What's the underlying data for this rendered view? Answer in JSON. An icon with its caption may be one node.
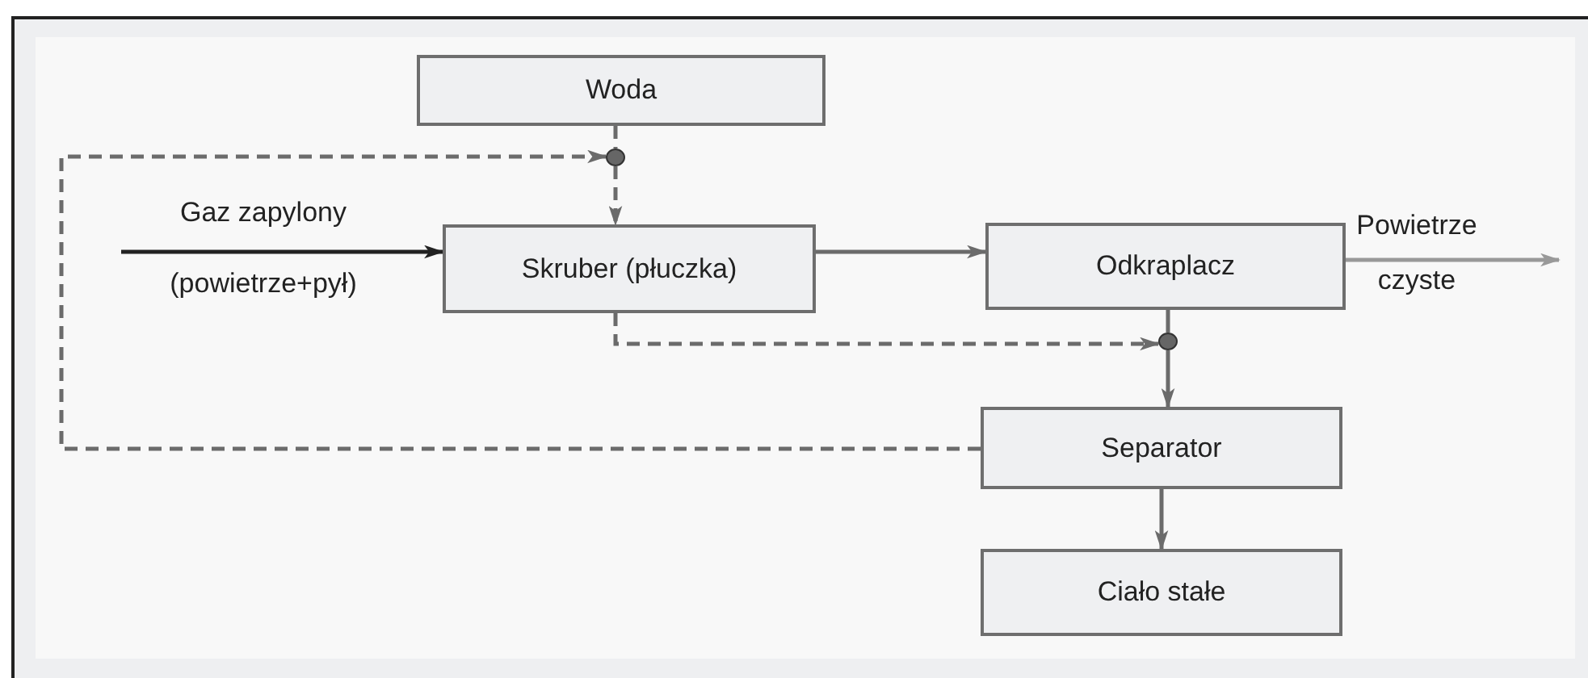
{
  "diagram": {
    "nodes": [
      {
        "text": [
          "Woda"
        ]
      },
      {
        "text": [],
        "shape": "circle"
      },
      {
        "text": [
          "Skruber (płuczka)"
        ]
      },
      {
        "text": [
          "Odkraplacz"
        ]
      },
      {
        "text": [],
        "shape": "circle"
      },
      {
        "text": [
          "Separator"
        ]
      },
      {
        "text": [
          "Ciało stałe"
        ]
      }
    ],
    "edges": [
      {
        "from": 0,
        "to": 1,
        "arrow": "none",
        "style": "dashed"
      },
      {
        "from": 5,
        "to": 1,
        "arrow": "to",
        "style": "dashed"
      },
      {
        "from": 1,
        "to": 2,
        "arrow": "to",
        "style": "dashed"
      },
      {
        "from": null,
        "to": 2,
        "arrow": "to",
        "color": "#222222"
      },
      {
        "from": 2,
        "to": 3,
        "arrow": "to"
      },
      {
        "from": 3,
        "to": null,
        "arrow": "to",
        "color": "#999999"
      },
      {
        "from": 2,
        "to": 4,
        "arrow": "to",
        "style": "dashed"
      },
      {
        "from": 3,
        "to": 4,
        "arrow": "none"
      },
      {
        "from": 4,
        "to": 5,
        "arrow": "to"
      },
      {
        "from": 5,
        "to": 6,
        "arrow": "to"
      }
    ],
    "labels": [
      "Gaz zapylony",
      "(powietrze+pył)",
      "Powietrze",
      "czyste"
    ]
  }
}
